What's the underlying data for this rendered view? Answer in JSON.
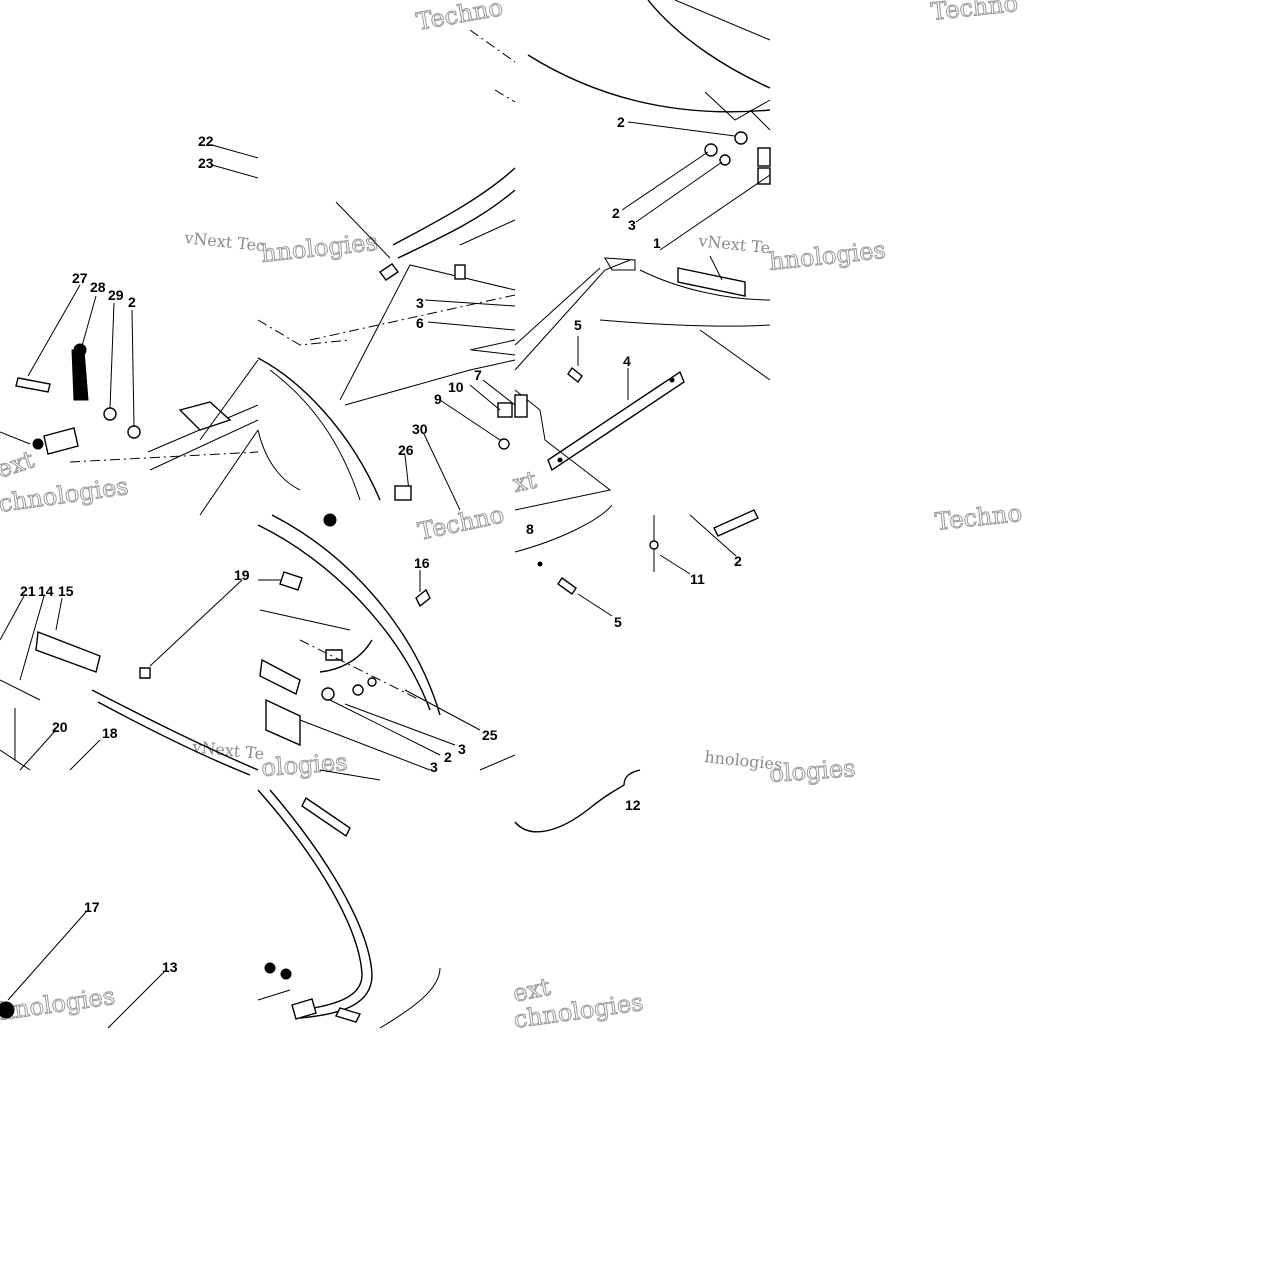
{
  "watermark": {
    "brand": "vNext Technologies",
    "fragments": [
      "Techno",
      "Techno",
      "vNext Tec",
      "hnologies",
      "vNext Te",
      "hnologies",
      "vNext Te",
      "hnologies",
      "Techno",
      "ext",
      "chnologies",
      "xt",
      "hnologies",
      "ext",
      "chnologies",
      "ologies",
      "Techno",
      "ologies"
    ]
  },
  "callouts": [
    {
      "id": "c22",
      "label": "22"
    },
    {
      "id": "c23",
      "label": "23"
    },
    {
      "id": "c2a",
      "label": "2"
    },
    {
      "id": "c2b",
      "label": "2"
    },
    {
      "id": "c3a",
      "label": "3"
    },
    {
      "id": "c1",
      "label": "1"
    },
    {
      "id": "c27",
      "label": "27"
    },
    {
      "id": "c28",
      "label": "28"
    },
    {
      "id": "c29",
      "label": "29"
    },
    {
      "id": "c2c",
      "label": "2"
    },
    {
      "id": "c3b",
      "label": "3"
    },
    {
      "id": "c6",
      "label": "6"
    },
    {
      "id": "c5a",
      "label": "5"
    },
    {
      "id": "c4",
      "label": "4"
    },
    {
      "id": "c7",
      "label": "7"
    },
    {
      "id": "c10",
      "label": "10"
    },
    {
      "id": "c9",
      "label": "9"
    },
    {
      "id": "c30",
      "label": "30"
    },
    {
      "id": "c26",
      "label": "26"
    },
    {
      "id": "c8",
      "label": "8"
    },
    {
      "id": "c21",
      "label": "21"
    },
    {
      "id": "c14",
      "label": "14"
    },
    {
      "id": "c15",
      "label": "15"
    },
    {
      "id": "c19",
      "label": "19"
    },
    {
      "id": "c16",
      "label": "16"
    },
    {
      "id": "c11",
      "label": "11"
    },
    {
      "id": "c2d",
      "label": "2"
    },
    {
      "id": "c5b",
      "label": "5"
    },
    {
      "id": "c20",
      "label": "20"
    },
    {
      "id": "c18",
      "label": "18"
    },
    {
      "id": "c25",
      "label": "25"
    },
    {
      "id": "c3c",
      "label": "3"
    },
    {
      "id": "c2e",
      "label": "2"
    },
    {
      "id": "c3d",
      "label": "3"
    },
    {
      "id": "c12",
      "label": "12"
    },
    {
      "id": "c17",
      "label": "17"
    },
    {
      "id": "c13",
      "label": "13"
    }
  ]
}
